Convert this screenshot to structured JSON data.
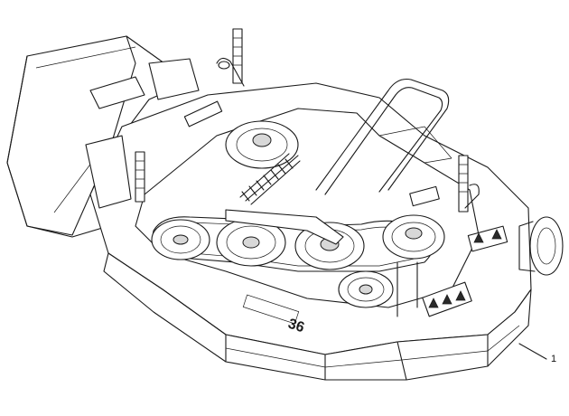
{
  "diagram": {
    "callout_label": "1",
    "deck_marking": "36",
    "parts": [
      "discharge-chute",
      "mower-deck",
      "spindle-pulley-left",
      "spindle-pulley-center",
      "spindle-pulley-right",
      "idler-pulley",
      "tension-spring",
      "idler-arm",
      "height-adjust-pin-left",
      "height-adjust-pin-right",
      "deck-wheel",
      "drive-belt",
      "warning-decals"
    ]
  }
}
